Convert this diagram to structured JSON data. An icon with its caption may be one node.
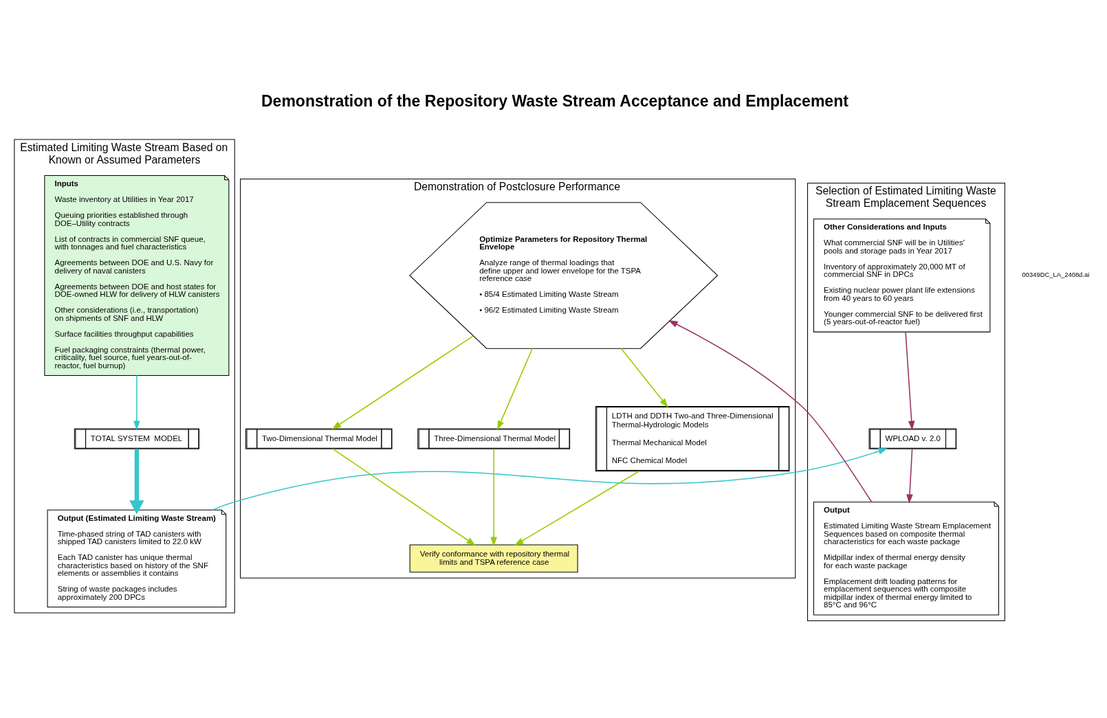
{
  "diagram": {
    "title": "Demonstration of the Repository Waste Stream Acceptance and Emplacement",
    "nodes": [
      {
        "text": [
          "Estimated Limiting Waste Stream Based on Known or Assumed Parameters"
        ]
      },
      {
        "text": [
          "Selection of Estimated Limiting Waste Stream Emplacement Sequences"
        ]
      },
      {
        "text": [
          "Demonstration of Postclosure Performance"
        ]
      },
      {
        "text": [
          "Inputs",
          "Waste inventory at Utilities in Year 2017",
          "Queuing priorities established through DOE–Utility contracts",
          "List of contracts in commercial SNF queue, with tonnages and fuel characteristics",
          "Agreements between DOE and U.S. Navy for delivery of naval canisters",
          "Agreements between DOE and host states for DOE-owned HLW for delivery of HLW canisters",
          "Other considerations (i.e., transportation) on shipments of SNF and HLW",
          "Surface facilities throughput capabilities",
          "Fuel packaging constraints (thermal power, criticality, fuel source, fuel years-out-of-reactor, fuel burnup)"
        ],
        "in": 0
      },
      {
        "text": [
          "TOTAL SYSTEM  MODEL"
        ],
        "in": 0
      },
      {
        "text": [
          "Output (Estimated Limiting Waste Stream)",
          "Time-phased string of TAD canisters with shipped TAD canisters limited to 22.0 kW",
          "Each TAD canister has unique thermal characteristics based on history of the SNF elements or assemblies it contains",
          "String of waste packages includes approximately 200 DPCs"
        ],
        "in": 0
      },
      {
        "text": [
          "Other Considerations and Inputs",
          "What commercial SNF will be in Utilities' pools and storage pads in Year 2017",
          "Inventory of approximately 20,000 MT of commercial SNF in DPCs",
          "Existing nuclear power plant life extensions from 40 years to 60 years",
          "Younger commercial SNF to be delivered first (5 years-out-of-reactor fuel)"
        ],
        "in": 1
      },
      {
        "text": [
          "WPLOAD v. 2.0"
        ],
        "in": 1
      },
      {
        "text": [
          "Output",
          "Estimated Limiting Waste Stream Emplacement Sequences based on composite thermal characteristics for each waste package",
          "Midpillar index of thermal energy density for each waste package",
          "Emplacement drift loading patterns for emplacement sequences with composite midpillar index of thermal energy limited to 85°C and 96°C"
        ],
        "in": 1
      },
      {
        "text": [
          "Optimize Parameters for Repository Thermal Envelope",
          "Analyze range of thermal loadings that define upper and lower envelope for the TSPA reference case",
          "• 85/4 Estimated Limiting Waste Stream",
          "• 96/2 Estimated Limiting Waste Stream"
        ],
        "in": 2
      },
      {
        "text": [
          "Two-Dimensional Thermal Model"
        ],
        "in": 2
      },
      {
        "text": [
          "Three-Dimensional Thermal Model"
        ],
        "in": 2
      },
      {
        "text": [
          "LDTH and DDTH Two-and Three-Dimensional Thermal-Hydrologic Models",
          "Thermal Mechanical Model",
          "NFC Chemical Model"
        ],
        "in": 2
      },
      {
        "text": [
          "Verify conformance with repository thermal limits and TSPA reference case"
        ],
        "in": 2
      }
    ],
    "edges": [
      {
        "from": 3,
        "to": 4,
        "arrow": "to",
        "color": "#33c6cc"
      },
      {
        "from": 4,
        "to": 5,
        "arrow": "to",
        "style": "thick",
        "color": "#33c6cc"
      },
      {
        "from": 5,
        "to": 7,
        "arrow": "to",
        "color": "#33c6cc"
      },
      {
        "from": 6,
        "to": 7,
        "arrow": "to",
        "color": "#993366"
      },
      {
        "from": 7,
        "to": 8,
        "arrow": "to",
        "color": "#993366"
      },
      {
        "from": 8,
        "to": 9,
        "arrow": "to",
        "color": "#993366"
      },
      {
        "from": 9,
        "to": 10,
        "arrow": "to"
      },
      {
        "from": 9,
        "to": 11,
        "arrow": "to"
      },
      {
        "from": 9,
        "to": 12,
        "arrow": "to"
      },
      {
        "from": 10,
        "to": 13,
        "arrow": "to"
      },
      {
        "from": 11,
        "to": 13,
        "arrow": "to"
      },
      {
        "from": 12,
        "to": 13,
        "arrow": "to"
      }
    ],
    "labels": [
      "00349DC_LA_2408d.ai"
    ]
  }
}
